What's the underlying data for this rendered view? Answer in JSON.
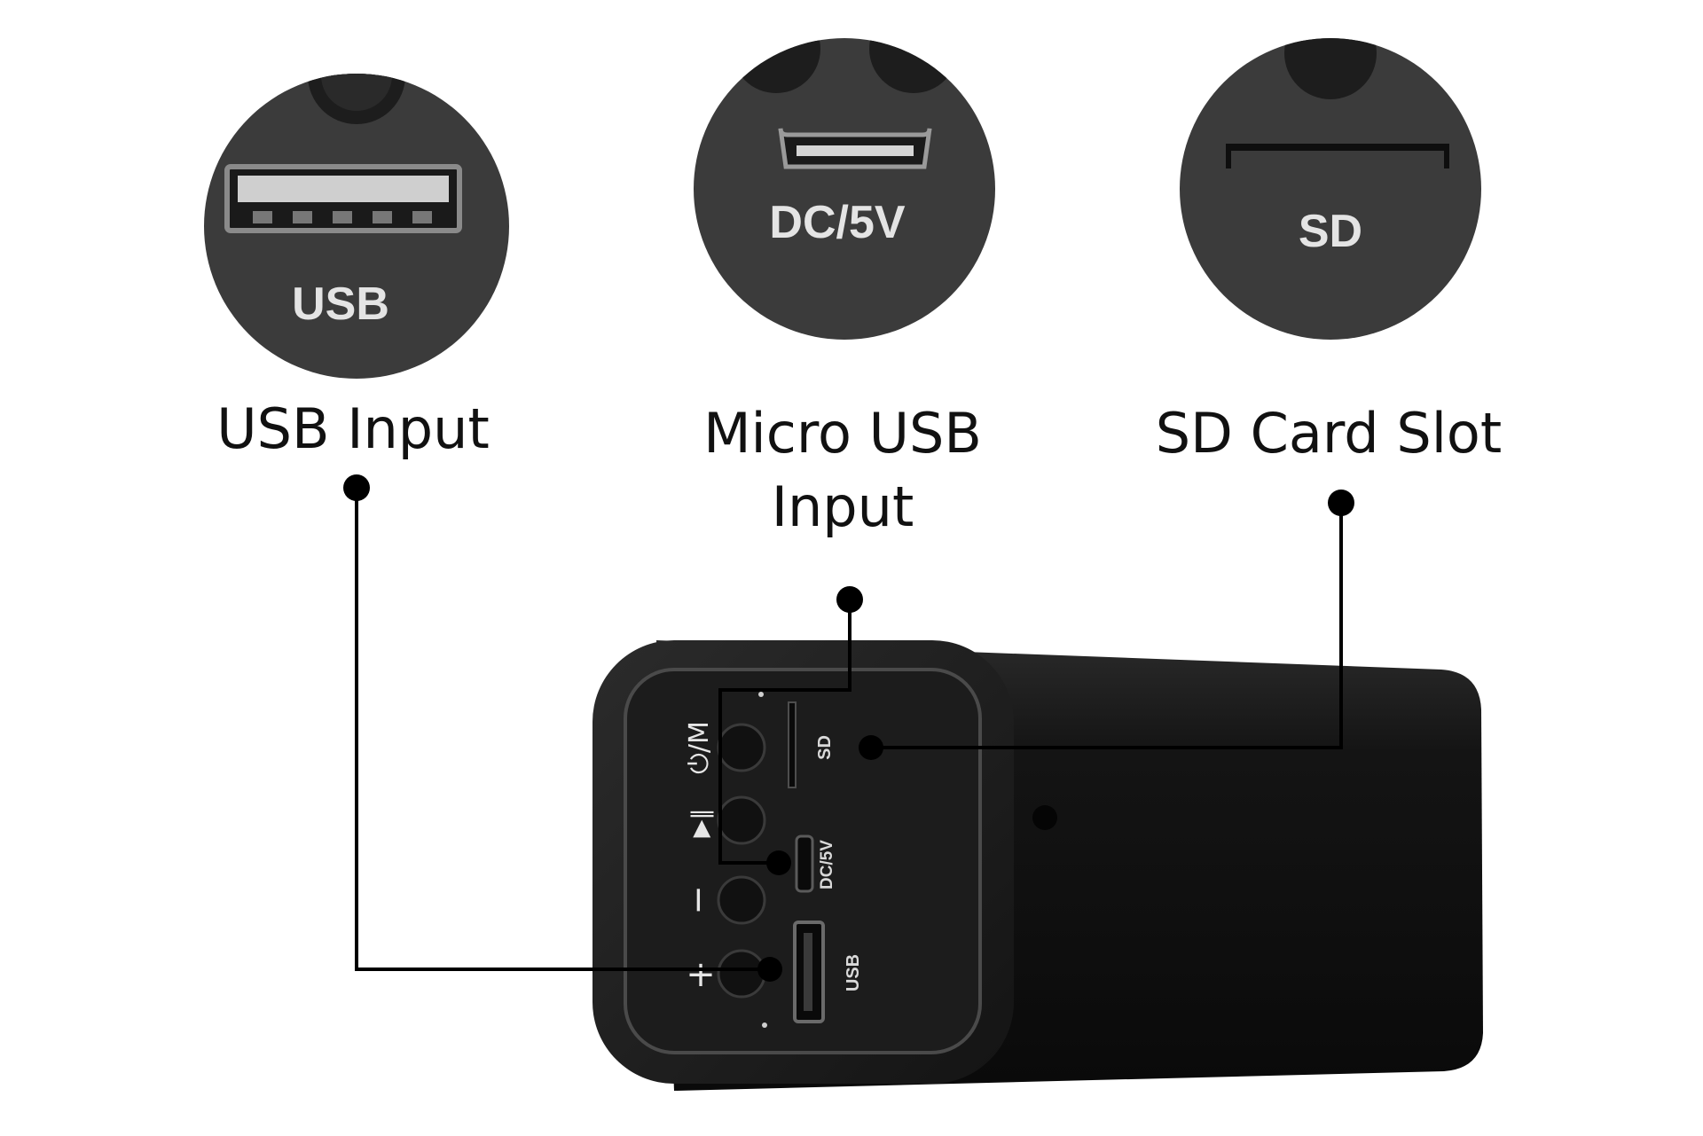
{
  "zoom_badges": {
    "usb": {
      "label": "USB",
      "icon": "usb-a-port-icon"
    },
    "dc": {
      "label": "DC/5V",
      "icon": "micro-usb-port-icon"
    },
    "sd": {
      "label": "SD",
      "icon": "sd-slot-icon"
    }
  },
  "callouts": {
    "usb_input": "USB Input",
    "micro_usb_line1": "Micro USB",
    "micro_usb_line2": "Input",
    "sd_card_slot": "SD Card Slot"
  },
  "device_panel": {
    "buttons": [
      {
        "symbol": "⏻/M",
        "icon": "power-mode-icon"
      },
      {
        "symbol": "▶‖",
        "icon": "play-pause-icon"
      },
      {
        "symbol": "−",
        "icon": "minus-icon"
      },
      {
        "symbol": "+",
        "icon": "plus-icon"
      }
    ],
    "port_labels": {
      "sd": "SD",
      "dc": "DC/5V",
      "usb": "USB"
    }
  },
  "colors": {
    "badge_fill": "#3d3d3d",
    "device_body": "#111111",
    "device_face": "#1b1b1b",
    "leader_line": "#000000"
  }
}
